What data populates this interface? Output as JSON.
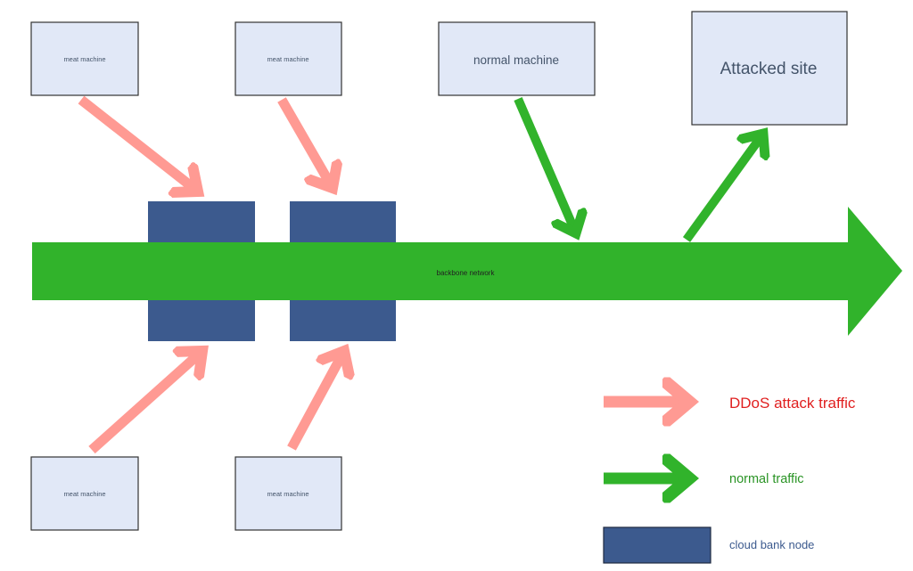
{
  "colors": {
    "box_fill": "#e1e8f7",
    "box_stroke": "#333333",
    "box_text": "#44546a",
    "node_fill": "#3c5a8e",
    "node_stroke": "#1f2a40",
    "backbone": "#31b32b",
    "attack_arrow": "#ff9a93",
    "normal_arrow": "#31b32b",
    "legend_attack_text": "#e02020",
    "legend_normal_text": "#2a9425",
    "legend_node_text": "#3c5a8e",
    "backbone_text": "#222222"
  },
  "machines": {
    "top_left": "meat machine",
    "top_middle": "meat machine",
    "bottom_left": "meat machine",
    "bottom_middle": "meat machine"
  },
  "normal_machine": "normal machine",
  "attacked_site": "Attacked site",
  "backbone_label": "backbone network",
  "legend": {
    "attack": "DDoS attack traffic",
    "normal": "normal traffic",
    "node": "cloud bank node"
  }
}
